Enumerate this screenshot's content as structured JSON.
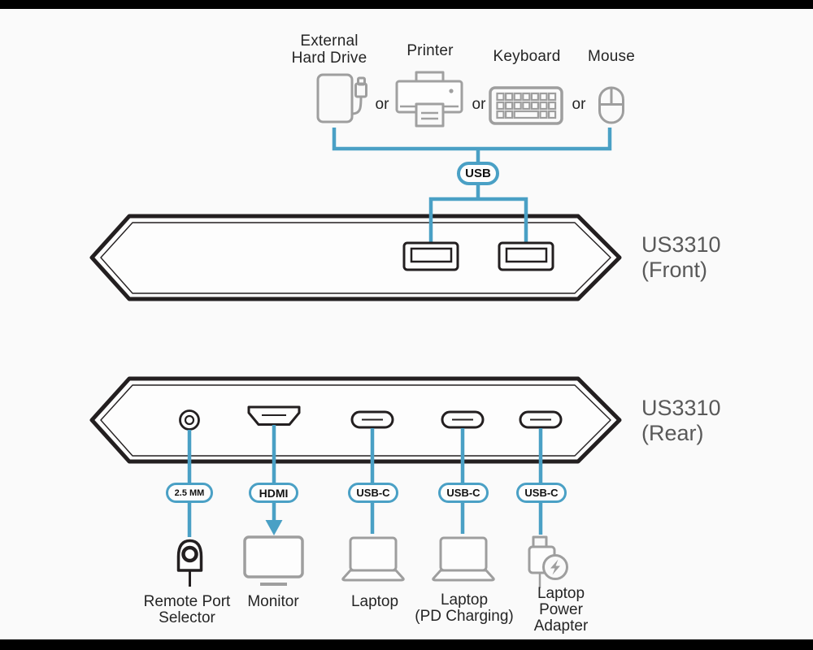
{
  "top": {
    "separator": "or",
    "bus_label": "USB",
    "devices": [
      {
        "name": "external-hard-drive",
        "label_lines": [
          "External",
          "Hard Drive"
        ]
      },
      {
        "name": "printer",
        "label_lines": [
          "Printer"
        ]
      },
      {
        "name": "keyboard",
        "label_lines": [
          "Keyboard"
        ]
      },
      {
        "name": "mouse",
        "label_lines": [
          "Mouse"
        ]
      }
    ]
  },
  "front": {
    "title_lines": [
      "US3310",
      "(Front)"
    ],
    "ports": [
      "usb-a",
      "usb-a"
    ]
  },
  "rear": {
    "title_lines": [
      "US3310",
      "(Rear)"
    ],
    "port_tags": [
      "2.5 MM",
      "HDMI",
      "USB-C",
      "USB-C",
      "USB-C"
    ]
  },
  "bottom": {
    "devices": [
      {
        "name": "remote-port-selector",
        "label_lines": [
          "Remote Port",
          "Selector"
        ]
      },
      {
        "name": "monitor",
        "label_lines": [
          "Monitor"
        ]
      },
      {
        "name": "laptop",
        "label_lines": [
          "Laptop"
        ]
      },
      {
        "name": "laptop-pd-charging",
        "label_lines": [
          "Laptop",
          "(PD Charging)"
        ]
      },
      {
        "name": "laptop-power-adapter",
        "label_lines": [
          "Laptop",
          "Power",
          "Adapter"
        ]
      }
    ]
  },
  "colors": {
    "accent_blue": "#4aa0c5",
    "outline_black": "#231f20",
    "icon_gray": "#9e9e9e",
    "title_gray": "#595959",
    "background": "#fafafa"
  }
}
